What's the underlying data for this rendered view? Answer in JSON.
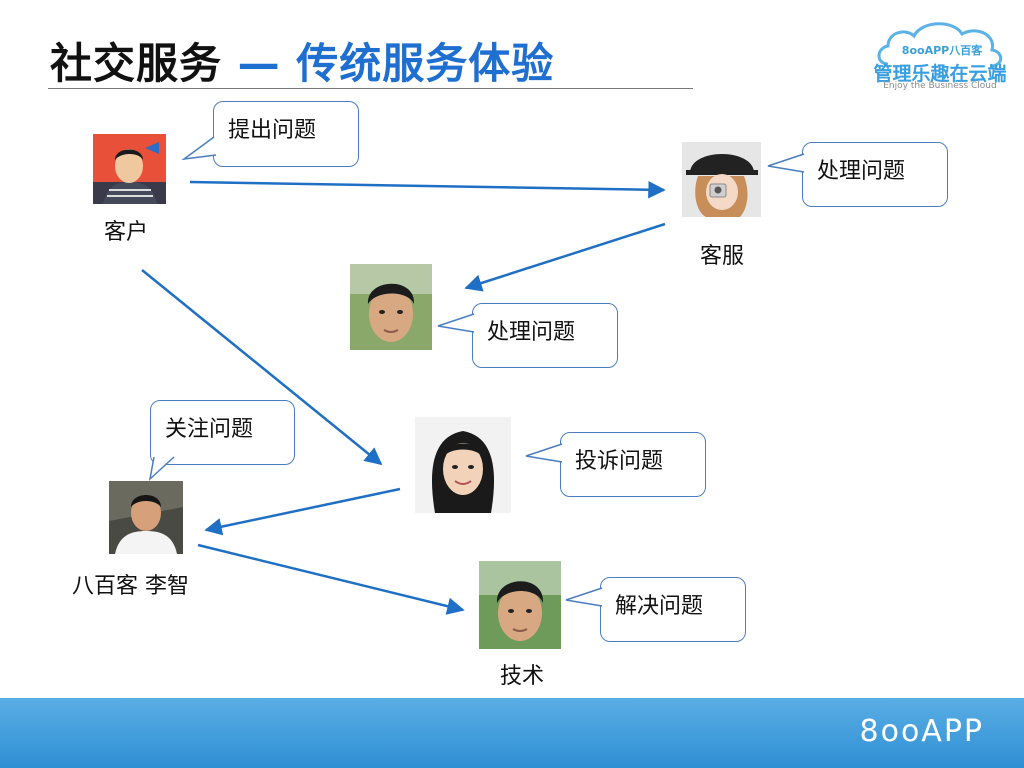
{
  "slide": {
    "title_part1": "社交服务",
    "title_part2": "— 传统服务体验"
  },
  "logo": {
    "brand": "8ooAPP八百客",
    "slogan": "管理乐趣在云端",
    "subtitle": "Enjoy the Business Cloud"
  },
  "people": {
    "customer": "客户",
    "service": "客服",
    "manager": "八百客 李智",
    "tech": "技术"
  },
  "bubbles": {
    "raise": "提出问题",
    "handle_service": "处理问题",
    "handle_staff": "处理问题",
    "attention": "关注问题",
    "complain": "投诉问题",
    "resolve": "解决问题"
  },
  "footer": {
    "brand": "8ooAPP"
  },
  "colors": {
    "title_accent": "#1f6fd1",
    "arrow": "#1f6fc4",
    "bubble_border": "#4a7ec0",
    "footer_bar": "#3a99da"
  }
}
